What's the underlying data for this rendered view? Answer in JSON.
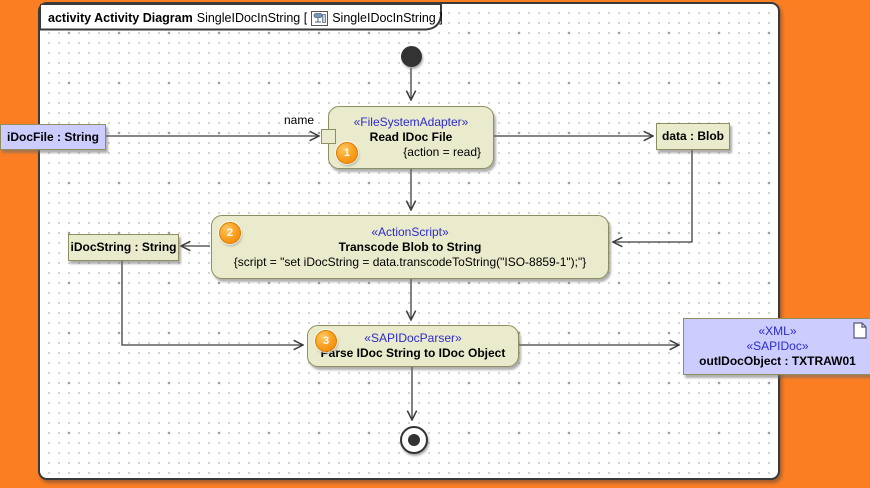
{
  "frame": {
    "title_bold": "activity Activity Diagram",
    "title_name": "SingleIDocInString [",
    "title_ref": "SingleIDocInString ]"
  },
  "colors": {
    "desktop_background": "#FB7E23",
    "action_fill": "#EAEBCC",
    "node_border": "#8E8E5E",
    "object_fill": "#CCCCFF",
    "stereotype_text": "#2B2BCE",
    "badge_fill": "#F89C1C",
    "edge_stroke": "#3F3F3F"
  },
  "nodes": {
    "action1": {
      "stereotype": "«FileSystemAdapter»",
      "name": "Read IDoc File",
      "constraint": "{action = read}",
      "badge": "1"
    },
    "action2": {
      "stereotype": "«ActionScript»",
      "name": "Transcode Blob to String",
      "constraint": "{script = \"set iDocString = data.transcodeToString(\"ISO-8859-1\");\"}",
      "badge": "2"
    },
    "action3": {
      "stereotype": "«SAPIDocParser»",
      "name": "Parse IDoc String to IDoc Object",
      "badge": "3"
    },
    "obj_idocfile": {
      "name": "iDocFile : String"
    },
    "obj_data": {
      "name": "data : Blob"
    },
    "obj_idocstring": {
      "name": "iDocString : String"
    },
    "obj_out": {
      "stereotype1": "«XML»",
      "stereotype2": "«SAPIDoc»",
      "name": "outIDocObject : TXTRAW01"
    }
  },
  "edges": {
    "name_label": "name"
  }
}
